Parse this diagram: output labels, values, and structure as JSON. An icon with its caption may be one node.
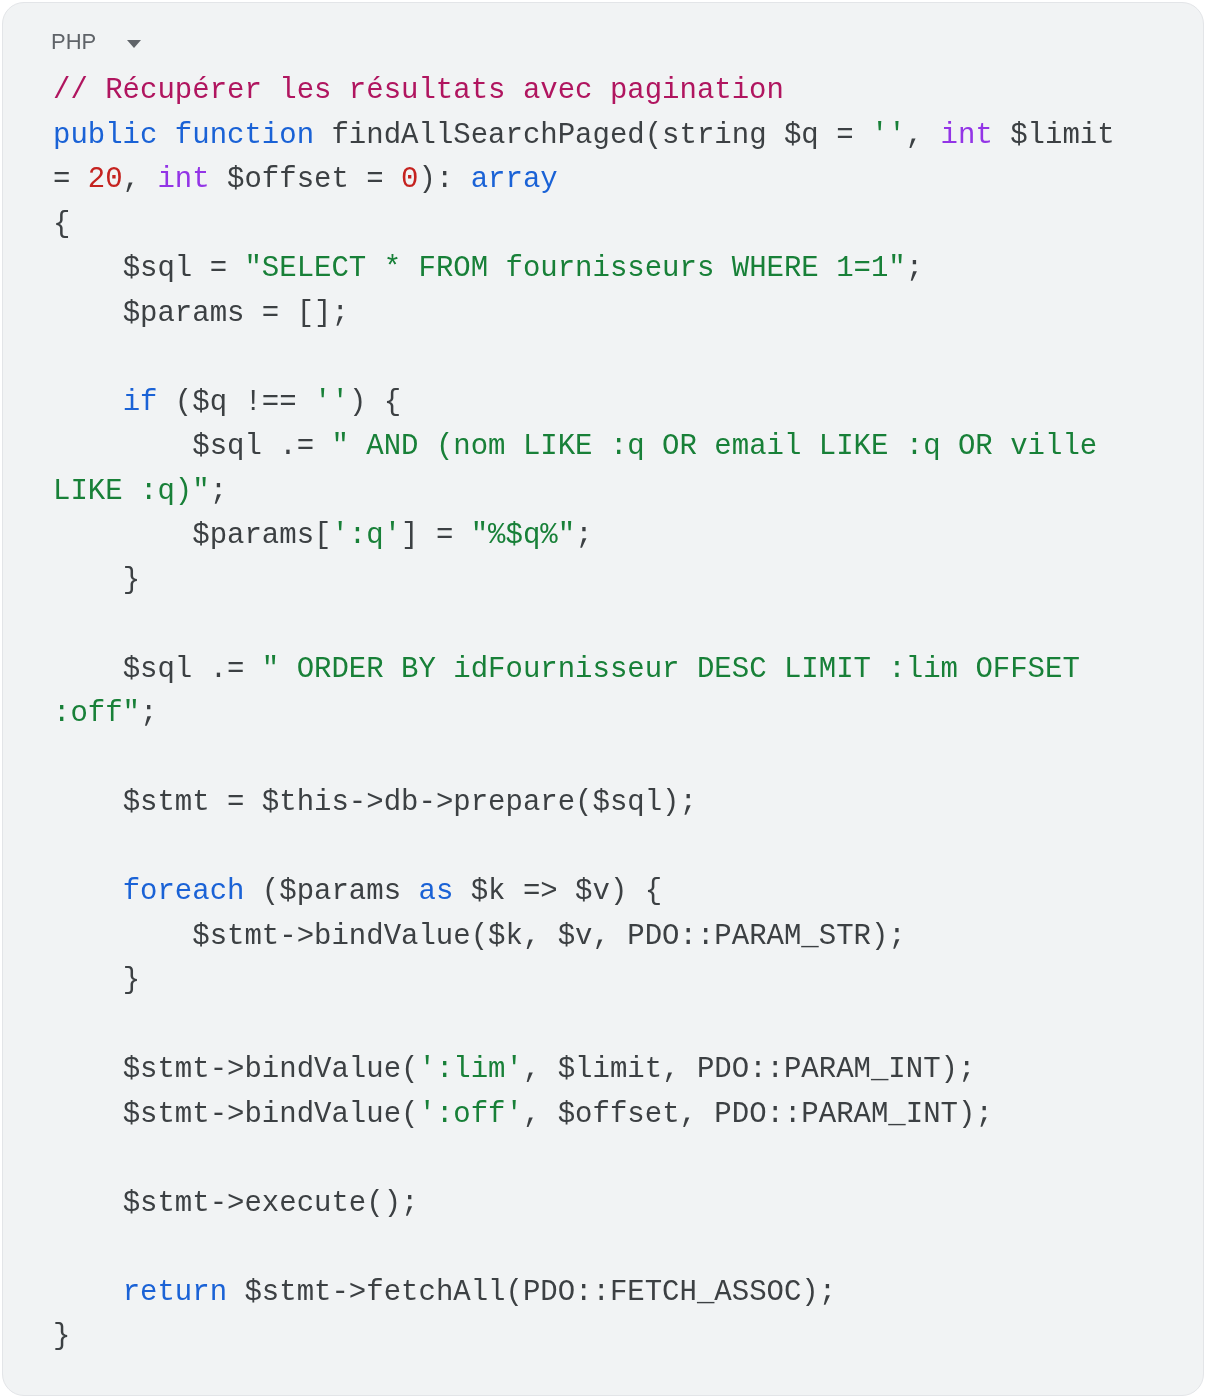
{
  "diagram": {
    "labels": [
      "PHP",
      "// Récupérer les résultats avec pagination",
      "public function findAllSearchPaged(string $q = '', int $limit = 20, int $offset = 0): array",
      "{",
      "    $sql = \"SELECT * FROM fournisseurs WHERE 1=1\";",
      "    $params = [];",
      "    if ($q !== '') {",
      "        $sql .= \" AND (nom LIKE :q OR email LIKE :q OR ville LIKE :q)\";",
      "        $params[':q'] = \"%$q%\";",
      "    }",
      "    $sql .= \" ORDER BY idFournisseur DESC LIMIT :lim OFFSET :off\";",
      "    $stmt = $this->db->prepare($sql);",
      "    foreach ($params as $k => $v) {",
      "        $stmt->bindValue($k, $v, PDO::PARAM_STR);",
      "    }",
      "    $stmt->bindValue(':lim', $limit, PDO::PARAM_INT);",
      "    $stmt->bindValue(':off', $offset, PDO::PARAM_INT);",
      "    $stmt->execute();",
      "    return $stmt->fetchAll(PDO::FETCH_ASSOC);",
      "}"
    ]
  }
}
